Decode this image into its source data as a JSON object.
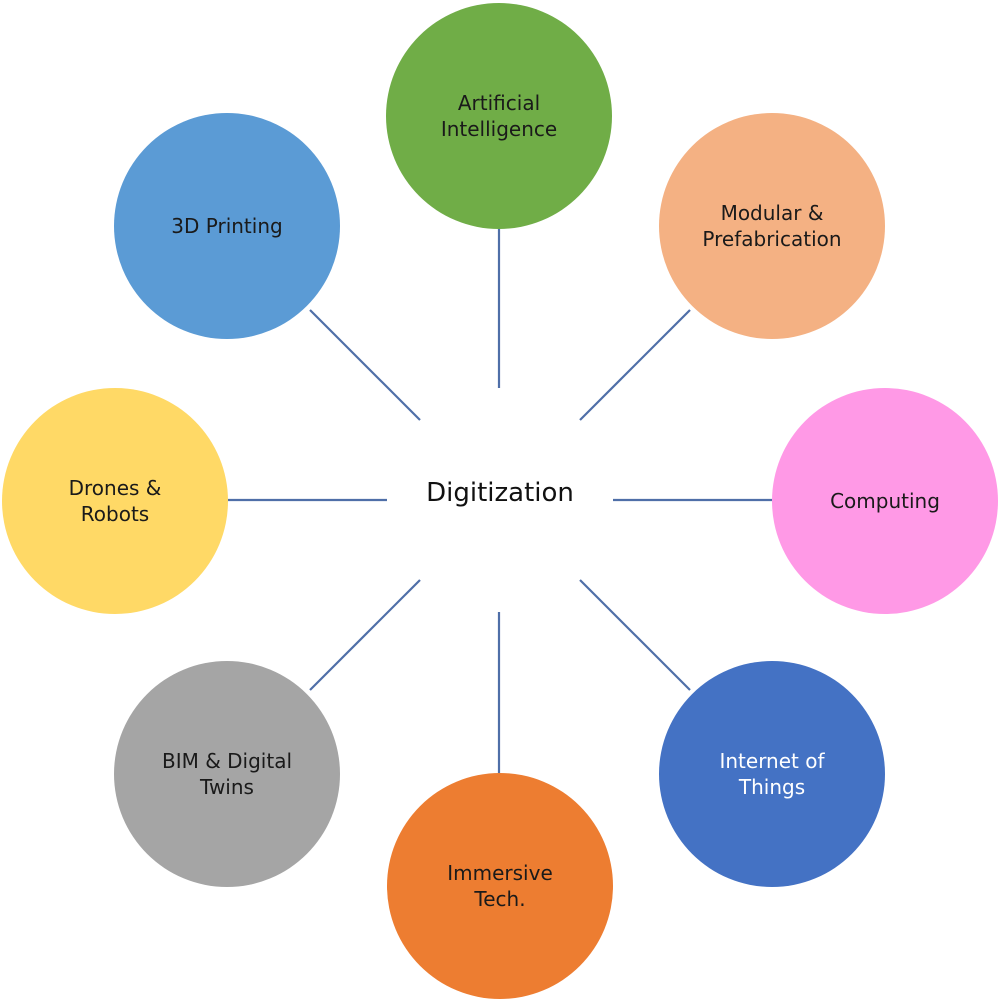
{
  "center": {
    "label": "Digitization"
  },
  "nodes": [
    {
      "id": "ai",
      "label": "Artificial\nIntelligence",
      "color": "#70ad47",
      "text_color": "#1a1a1a"
    },
    {
      "id": "modular",
      "label": "Modular &\nPrefabrication",
      "color": "#f4b183",
      "text_color": "#1a1a1a"
    },
    {
      "id": "computing",
      "label": "Computing",
      "color": "#ff99e6",
      "text_color": "#1a1a1a"
    },
    {
      "id": "iot",
      "label": "Internet of\nThings",
      "color": "#4472c4",
      "text_color": "#ffffff"
    },
    {
      "id": "immersive",
      "label": "Immersive\nTech.",
      "color": "#ed7d31",
      "text_color": "#1a1a1a"
    },
    {
      "id": "bim",
      "label": "BIM & Digital\nTwins",
      "color": "#a5a5a5",
      "text_color": "#1a1a1a"
    },
    {
      "id": "drones",
      "label": "Drones &\nRobots",
      "color": "#ffd966",
      "text_color": "#1a1a1a"
    },
    {
      "id": "3d",
      "label": "3D Printing",
      "color": "#5b9bd5",
      "text_color": "#1a1a1a"
    }
  ],
  "connector_color": "#4f6fa8"
}
